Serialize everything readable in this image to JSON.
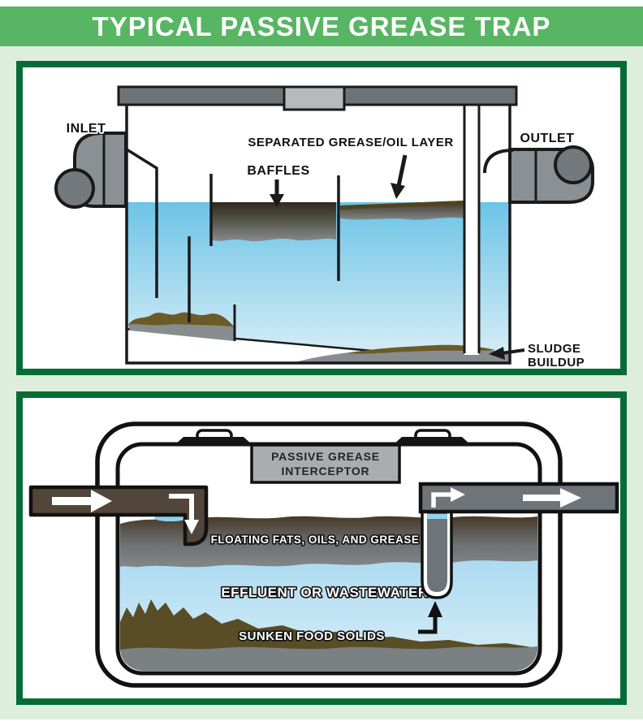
{
  "header": {
    "title": "TYPICAL PASSIVE GREASE TRAP"
  },
  "colors": {
    "header_green": "#57b563",
    "page_light_green": "#ddeedd",
    "panel_border_green": "#056c38",
    "water_blue_top": "#6cc4e7",
    "water_blue_bottom": "#dceff7",
    "grease_dark_brown": "#30291c",
    "grease_gray": "#868b8e",
    "fitting_gray": "#8b9094",
    "lid_gray": "#6d7377",
    "inlet_pipe_brown": "#52453a",
    "outlet_pipe_gray": "#6f7478",
    "sludge_olive": "#6b5b28",
    "sludge_gray": "#878c8f"
  },
  "top_diagram": {
    "labels": {
      "inlet": "INLET",
      "outlet": "OUTLET",
      "baffles": "BAFFLES",
      "separated_layer": "SEPARATED GREASE/OIL LAYER",
      "sludge_line1": "SLUDGE",
      "sludge_line2": "BUILDUP"
    }
  },
  "bottom_diagram": {
    "labels": {
      "interceptor_line1": "PASSIVE GREASE",
      "interceptor_line2": "INTERCEPTOR",
      "floating": "FLOATING FATS, OILS, AND GREASE",
      "effluent": "EFFLUENT OR WASTEWATER",
      "sunken": "SUNKEN FOOD SOLIDS"
    }
  }
}
